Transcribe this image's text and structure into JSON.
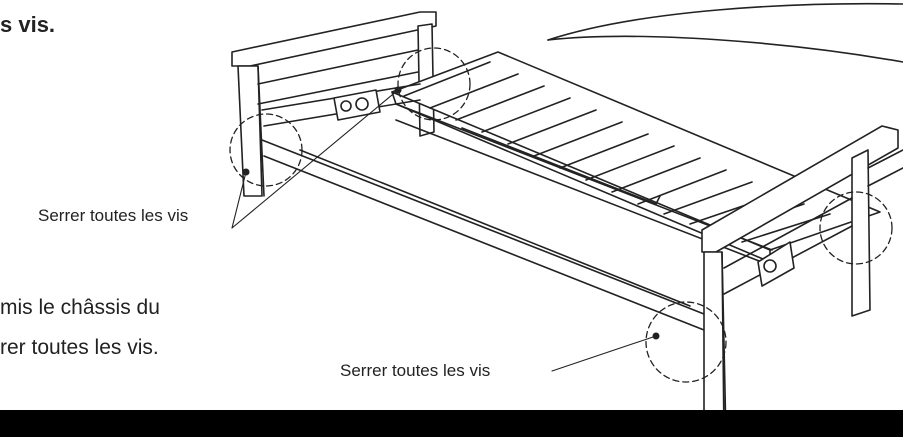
{
  "heading": "s vis.",
  "instructions": {
    "line1": "mis le châssis du",
    "line2": "rer toutes les vis."
  },
  "callouts": {
    "left": "Serrer toutes les vis",
    "bottom": "Serrer toutes les vis"
  },
  "colors": {
    "ink": "#222222",
    "bar": "#000000",
    "background": "#ffffff"
  }
}
